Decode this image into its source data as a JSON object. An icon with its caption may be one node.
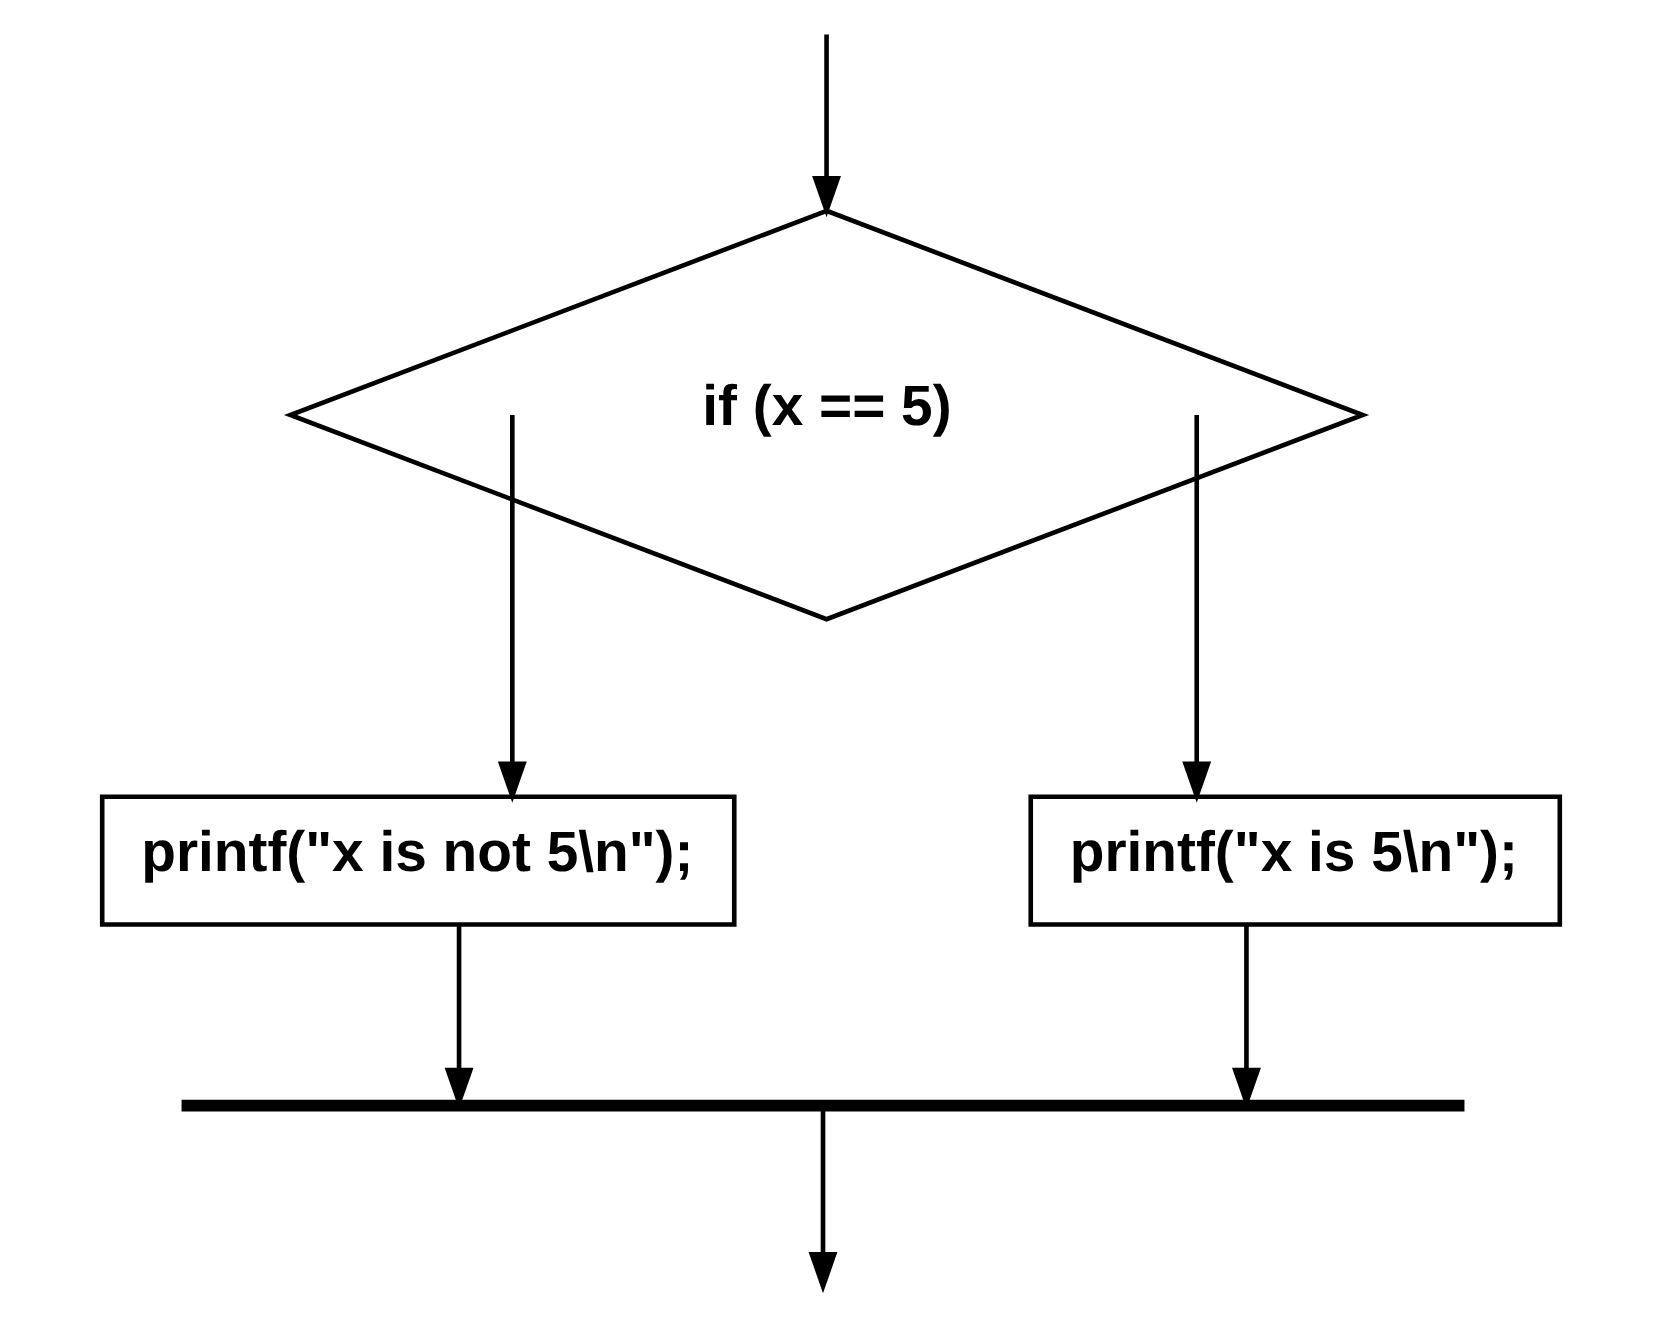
{
  "diagram": {
    "nodes": [
      {
        "text": [
          "if (x == 5)"
        ]
      },
      {
        "text": [
          "printf(\"x is not 5\\n\");"
        ]
      },
      {
        "text": [
          "printf(\"x is 5\\n\");"
        ]
      },
      {
        "text": [],
        "shape": "bar"
      }
    ],
    "edges": [
      {
        "from": null,
        "to": 0,
        "arrow": "to"
      },
      {
        "from": 0,
        "to": 1,
        "arrow": "to"
      },
      {
        "from": 0,
        "to": 2,
        "arrow": "to"
      },
      {
        "from": 1,
        "to": 3,
        "arrow": "to"
      },
      {
        "from": 2,
        "to": 3,
        "arrow": "to"
      },
      {
        "from": 3,
        "to": null,
        "arrow": "to"
      }
    ]
  }
}
